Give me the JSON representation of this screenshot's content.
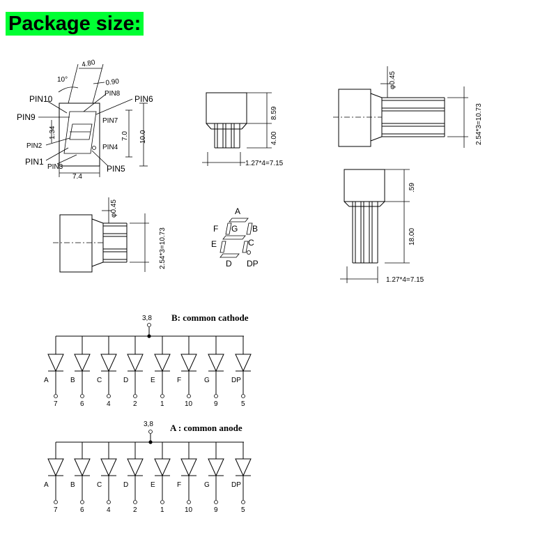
{
  "title": "Package size:",
  "colors": {
    "title_bg": "#00ff33",
    "ink": "#000000"
  },
  "front_view": {
    "dims": {
      "width_top": "4.80",
      "angle": "10°",
      "stroke": "0.90",
      "seg_h": "1.34",
      "height": "7.0",
      "total_h": "10.0",
      "width_bottom": "7.4"
    },
    "pins": [
      "PIN10",
      "PIN9",
      "PIN8",
      "PIN7",
      "PIN6",
      "PIN2",
      "PIN4",
      "PIN1",
      "PIN3",
      "PIN5"
    ]
  },
  "side_view_short": {
    "top": "8.59",
    "bottom": "4.00",
    "pitch": "1.27*4=7.15"
  },
  "top_view_right": {
    "dia": "φ0.45",
    "pitch": "2.54*3=10.73"
  },
  "top_view_left": {
    "dia": "φ0.45",
    "pitch": "2.54*3=10.73"
  },
  "side_view_long": {
    "top": ".59",
    "bottom": "18.00",
    "pitch": "1.27*4=7.15"
  },
  "segments": {
    "A": "A",
    "B": "B",
    "C": "C",
    "D": "D",
    "E": "E",
    "F": "F",
    "G": "G",
    "DP": "DP"
  },
  "cathode": {
    "title": "B: common cathode",
    "common_pin": "3,8",
    "segments": [
      "A",
      "B",
      "C",
      "D",
      "E",
      "F",
      "G",
      "DP"
    ],
    "pins": [
      "7",
      "6",
      "4",
      "2",
      "1",
      "10",
      "9",
      "5"
    ]
  },
  "anode": {
    "title": "A :   common anode",
    "common_pin": "3,8",
    "segments": [
      "A",
      "B",
      "C",
      "D",
      "E",
      "F",
      "G",
      "DP"
    ],
    "pins": [
      "7",
      "6",
      "4",
      "2",
      "1",
      "10",
      "9",
      "5"
    ]
  }
}
